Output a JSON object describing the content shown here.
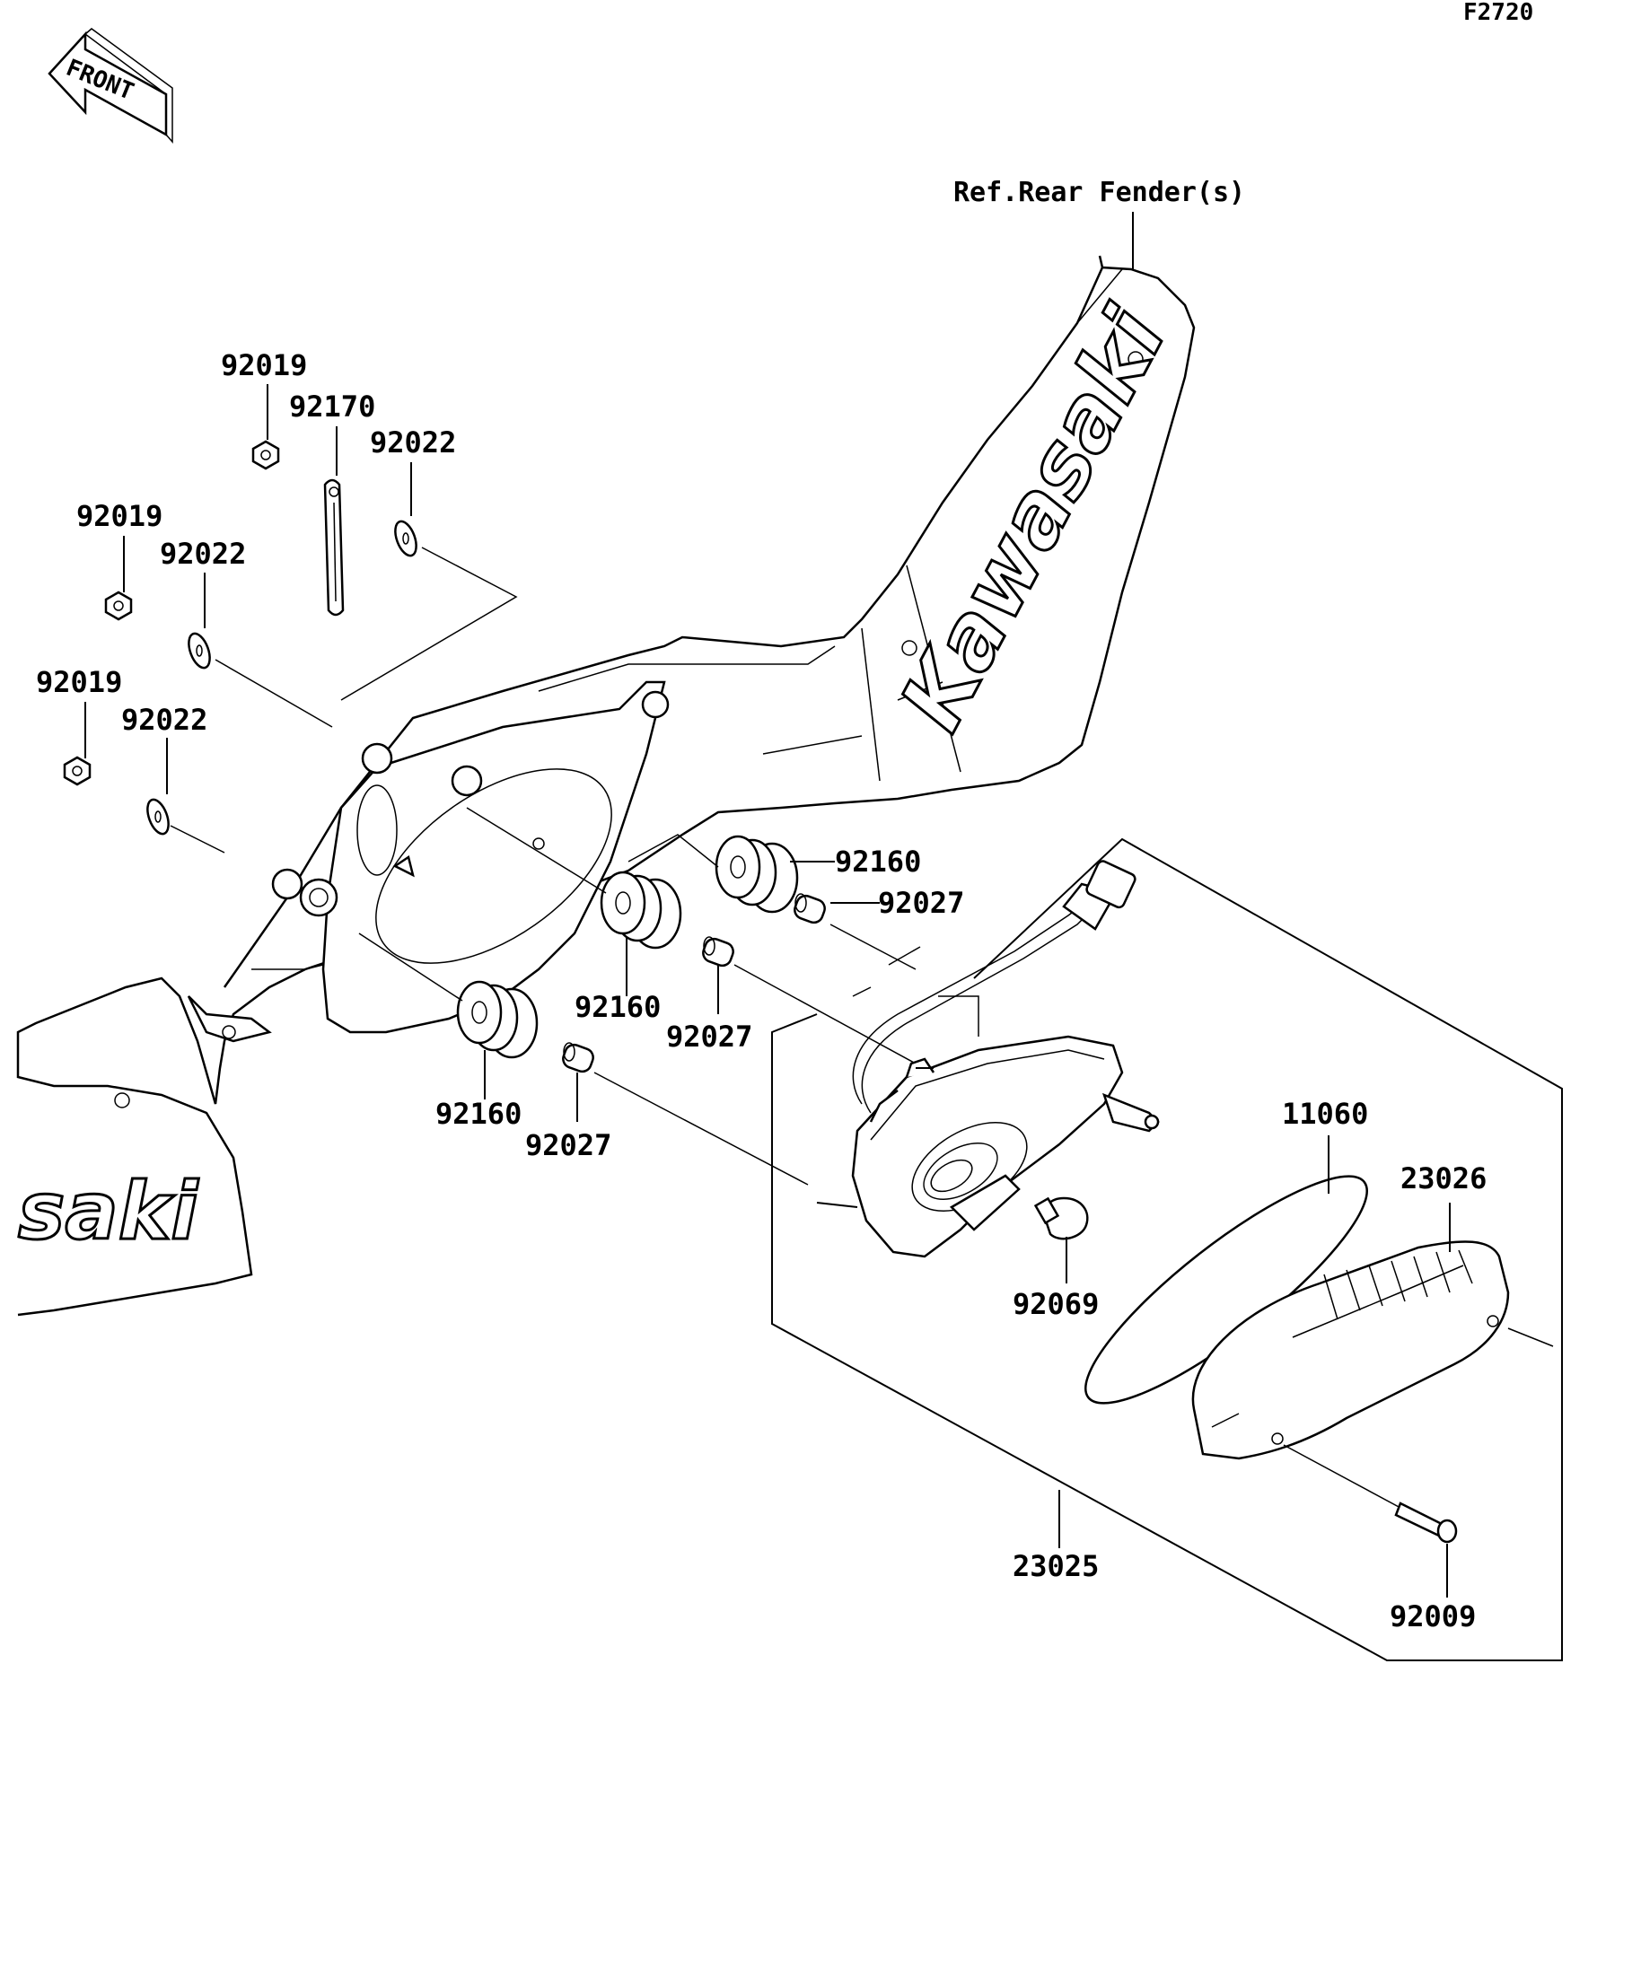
{
  "figure_id": "F2720",
  "front_label": "FRONT",
  "reference_label": "Ref.Rear Fender(s)",
  "brand_text": "Kawasaki",
  "brand_fragment": "saki",
  "callouts": [
    {
      "id": "c1",
      "text": "92019"
    },
    {
      "id": "c2",
      "text": "92170"
    },
    {
      "id": "c3",
      "text": "92022"
    },
    {
      "id": "c4",
      "text": "92019"
    },
    {
      "id": "c5",
      "text": "92022"
    },
    {
      "id": "c6",
      "text": "92019"
    },
    {
      "id": "c7",
      "text": "92022"
    },
    {
      "id": "c8",
      "text": "92160"
    },
    {
      "id": "c9",
      "text": "92027"
    },
    {
      "id": "c10",
      "text": "92160"
    },
    {
      "id": "c11",
      "text": "92027"
    },
    {
      "id": "c12",
      "text": "92160"
    },
    {
      "id": "c13",
      "text": "92027"
    },
    {
      "id": "c14",
      "text": "11060"
    },
    {
      "id": "c15",
      "text": "23026"
    },
    {
      "id": "c16",
      "text": "92069"
    },
    {
      "id": "c17",
      "text": "23025"
    },
    {
      "id": "c18",
      "text": "92009"
    }
  ]
}
